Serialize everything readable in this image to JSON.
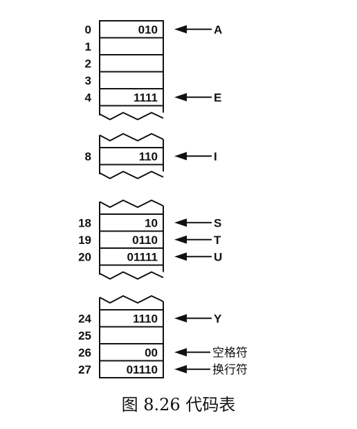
{
  "segments": [
    {
      "rows": [
        {
          "index": "0",
          "value": "010",
          "label": "A"
        },
        {
          "index": "1",
          "value": "",
          "label": ""
        },
        {
          "index": "2",
          "value": "",
          "label": ""
        },
        {
          "index": "3",
          "value": "",
          "label": ""
        },
        {
          "index": "4",
          "value": "1111",
          "label": "E"
        }
      ]
    },
    {
      "rows": [
        {
          "index": "8",
          "value": "110",
          "label": "I"
        }
      ]
    },
    {
      "rows": [
        {
          "index": "18",
          "value": "10",
          "label": "S"
        },
        {
          "index": "19",
          "value": "0110",
          "label": "T"
        },
        {
          "index": "20",
          "value": "01111",
          "label": "U"
        }
      ]
    },
    {
      "rows": [
        {
          "index": "24",
          "value": "1110",
          "label": "Y"
        },
        {
          "index": "25",
          "value": "",
          "label": ""
        },
        {
          "index": "26",
          "value": "00",
          "label": "空格符"
        },
        {
          "index": "27",
          "value": "01110",
          "label": "换行符"
        }
      ]
    }
  ],
  "caption": "图 8.26    代码表"
}
